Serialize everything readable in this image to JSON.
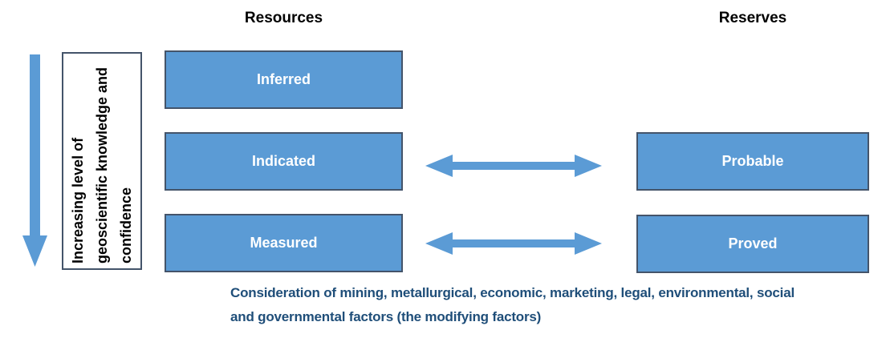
{
  "headings": {
    "resources": "Resources",
    "reserves": "Reserves"
  },
  "knowledge_axis": {
    "label": "Increasing level of\ngeoscientific knowledge and\nconfidence"
  },
  "resources": [
    "Inferred",
    "Indicated",
    "Measured"
  ],
  "reserves": [
    "Probable",
    "Proved"
  ],
  "caption": "Consideration of mining, metallurgical, economic, marketing, legal, environmental, social\nand governmental factors (the modifying factors)",
  "icons": {
    "down_arrow": "increasing-knowledge-down-arrow",
    "double_arrow": "resources-reserves-conversion-arrow"
  },
  "colors": {
    "box_fill": "#5B9BD5",
    "box_border": "#44546A",
    "arrow_blue": "#5B9BD5",
    "box_text": "#FFFFFF",
    "heading_text": "#000000",
    "caption_text": "#1F4E79"
  }
}
